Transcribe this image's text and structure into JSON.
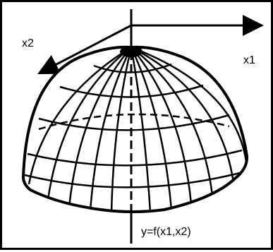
{
  "labels": {
    "x2": "x2",
    "x1": "x1",
    "y": "y=f(x1,x2)"
  },
  "colors": {
    "line": "#000000",
    "background": "#ffffff"
  }
}
